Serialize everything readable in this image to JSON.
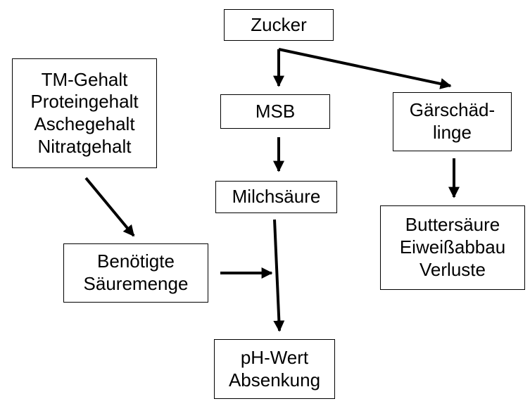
{
  "nodes": {
    "zucker": {
      "lines": [
        "Zucker"
      ]
    },
    "msb": {
      "lines": [
        "MSB"
      ]
    },
    "gaerschaedlinge": {
      "lines": [
        "Gärschäd-",
        "linge"
      ]
    },
    "inhaltsstoffe": {
      "lines": [
        "TM-Gehalt",
        "Proteingehalt",
        "Aschegehalt",
        "Nitratgehalt"
      ]
    },
    "milchsaeure": {
      "lines": [
        "Milchsäure"
      ]
    },
    "folgen": {
      "lines": [
        "Buttersäure",
        "Eiweißabbau",
        "Verluste"
      ]
    },
    "saeuremenge": {
      "lines": [
        "Benötigte",
        "Säuremenge"
      ]
    },
    "phwert": {
      "lines": [
        "pH-Wert",
        "Absenkung"
      ]
    }
  },
  "colors": {
    "stroke": "#000000",
    "background": "#ffffff"
  }
}
